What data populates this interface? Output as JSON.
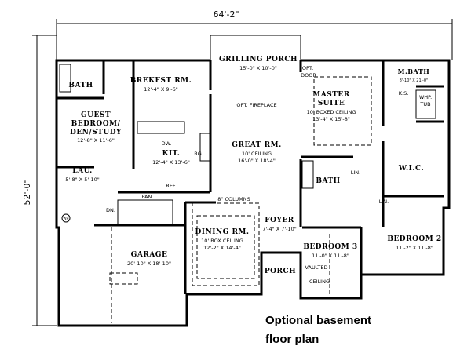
{
  "dimensions": {
    "width": "64'-2\"",
    "depth": "52'-0\""
  },
  "rooms": {
    "bath1": {
      "name": "BATH"
    },
    "breakfast": {
      "name": "BREKFST RM.",
      "size": "12'-4\" X 9'-6\""
    },
    "guest": {
      "name1": "GUEST",
      "name2": "BEDROOM/",
      "name3": "DEN/STUDY",
      "size": "12'-8\" X 11'-6\""
    },
    "kitchen": {
      "name": "KIT.",
      "size": "12'-4\" X 13'-6\"",
      "dw": "DW.",
      "rg": "RG.",
      "ref": "REF.",
      "pan": "PAN."
    },
    "laundry": {
      "name": "LAU.",
      "size": "5'-8\" X 5'-10\"",
      "dn": "DN.",
      "wh": "WH"
    },
    "grilling_porch": {
      "name": "GRILLING PORCH",
      "size": "15'-0\" X 10'-0\"",
      "fireplace": "OPT. FIREPLACE"
    },
    "great_room": {
      "name": "GREAT RM.",
      "ceiling": "10' CEILING",
      "size": "16'-0\" X 18'-4\"",
      "columns": "8\" COLUMNS"
    },
    "dining": {
      "name": "DINING RM.",
      "ceiling": "10' BOX CEILING",
      "size": "12'-2\" X 14'-4\""
    },
    "foyer": {
      "name": "FOYER",
      "size": "7'-4\" X 7'-10\""
    },
    "porch": {
      "name": "PORCH"
    },
    "garage": {
      "name": "GARAGE",
      "size": "20'-10\" X 18'-10\""
    },
    "master": {
      "name1": "MASTER",
      "name2": "SUITE",
      "ceiling": "10' BOXED CEILING",
      "size": "13'-4\" X 15'-8\"",
      "opt_door1": "OPT.",
      "opt_door2": "DOOR"
    },
    "master_bath": {
      "name": "M.BATH",
      "size": "8'-10\" X 21'-0\"",
      "ks": "K.S.",
      "tub1": "WHP.",
      "tub2": "TUB"
    },
    "wic": {
      "name": "W.I.C."
    },
    "bath2": {
      "name": "BATH",
      "lin": "LIN."
    },
    "lin2": {
      "name": "LIN."
    },
    "bedroom3": {
      "name": "BEDROOM 3",
      "size": "11'-0\" X 11'-8\"",
      "vaulted": "VAULTED",
      "ceiling": "CEILING"
    },
    "bedroom2": {
      "name": "BEDROOM 2",
      "size": "11'-2\" X 11'-8\""
    }
  },
  "note": {
    "line1": "Optional basement",
    "line2": "floor plan"
  }
}
